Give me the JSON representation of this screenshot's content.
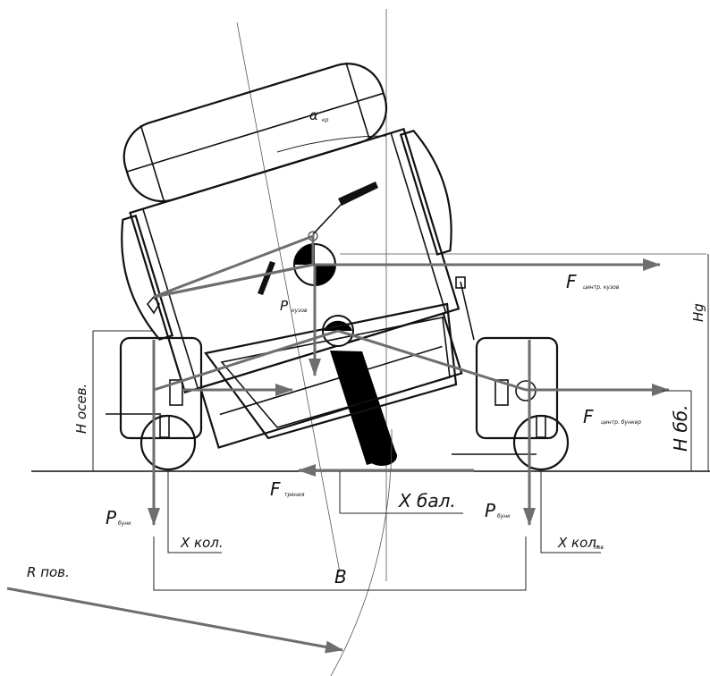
{
  "labels": {
    "alpha": "α",
    "alpha_sub": "кр",
    "p_body": "P",
    "p_body_sub": "кузов",
    "f_body": "F",
    "f_body_sub": "центр. кузов",
    "f_hopper": "F",
    "f_hopper_sub": "центр. бункер",
    "hg": "Hg",
    "h_axle": "H осев.",
    "h_hopper": "H бб.",
    "p_hopper_left": "P",
    "p_hopper_left_sub": "бунк",
    "p_hopper_right": "P",
    "p_hopper_right_sub": "бунк",
    "f_friction": "F",
    "f_friction_sub": "трения",
    "x_beam": "X бал.",
    "x_wheel_left": "X кол.",
    "x_wheel_right": "X кол.",
    "x_wheel_right_sub": "лев",
    "b": "B",
    "r_turn": "R пов."
  },
  "colors": {
    "line": "#111111",
    "force_arrow": "#6e6e6e",
    "fill_dark": "#000000"
  }
}
